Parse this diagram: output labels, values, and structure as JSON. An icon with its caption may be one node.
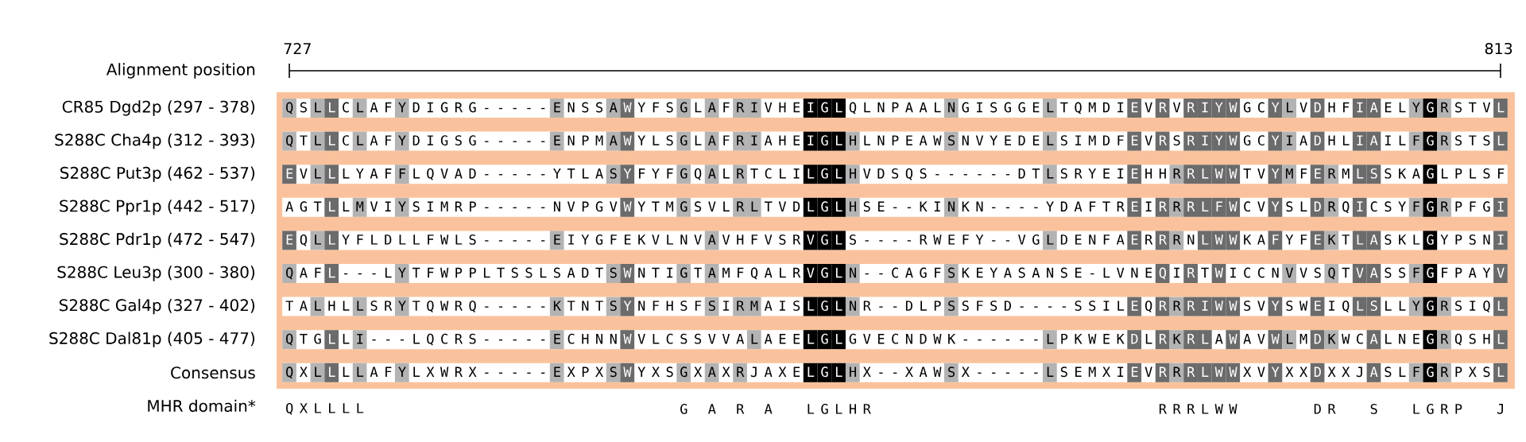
{
  "diagram": {
    "labels": [
      "727",
      "813",
      "Alignment position",
      "CR85 Dgd2p (297 - 378)",
      "Q S L L C L A F Y D I G R G - - - - - E N S S A W Y F S G L A F R I V H E I G L Q L N P A A L N G I S G G E L T Q M D I E V R V R I Y W G C Y L V D H F I A E L Y G R S T V L",
      "S288C Cha4p (312 - 393)",
      "Q T L L C L A F Y D I G S G - - - - - E N P M A W Y L S G L A F R I A H E I G L H L N P E A W S N V Y E D E L S I M D F E V R S R I Y W G C Y I A D H L I A I L F G R S T S L",
      "S288C Put3p (462 - 537)",
      "E V L L L Y A F F L Q V A D - - - - - Y T L A S Y F Y F G Q A L R T C L I L G L H V D S Q S - - - - - - D T L S R Y E I E H H R R L W W T V Y M F E R M L S S K A G L P L S F",
      "S288C Ppr1p (442 - 517)",
      "A G T L L M V I Y S I M R P - - - - - N V P G V W Y T M G S V L R L T V D L G L H S E - - K I N K N - - - - Y D A F T R E I R R R L F W C V Y S L D R Q I C S Y F G R P F G I",
      "S288C Pdr1p (472 - 547)",
      "E Q L L Y F L D L L F W L S - - - - - E I Y G F E K V L N V A V H F V S R V G L S - - - - R W E F Y - - V G L D E N F A E R R R N L W W K A F Y F E K T L A S K L G Y P S N I",
      "S288C Leu3p (300 - 380)",
      "Q A F L - - - L Y T F W P P L T S S L S A D T S W N T I G T A M F Q A L R V G L N - - C A G F S K E Y A S A N S E - L V N E Q I R T W I C C N V V S Q T V A S S F G F P A Y V",
      "S288C Gal4p (327 - 402)",
      "T A L H L L S R Y T Q W R Q - - - - - K T N T S Y N F H S F S I R M A I S L G L N R - - D L P S S F S D - - - - S S I L E Q R R R I W W S V Y S W E I Q L S L L Y G R S I Q L",
      "S288C Dal81p (405 - 477)",
      "Q T G L L I - - - L Q C R S - - - - - E C H N N W V L C S S V V A L A E E L G L G V E C N D W K - - - - - - L P K W E K D L R K R L A W A V W L M D K W C A L N E G R Q S H L",
      "Consensus",
      "Q X L L L L A F Y L X W R X - - - - - E X P X S W Y X S G X A X R J A X E L G L H X - - X A W S X - - - - - L S E M X I E V R R R L W W X V Y X X D X X J A S L F G R P X S L",
      "MHR domain*",
      "Q X L L L L",
      "G",
      "A",
      "R",
      "A",
      "L G L H R",
      "R R R L W W",
      "D R",
      "S",
      "L G R P",
      "J"
    ]
  }
}
